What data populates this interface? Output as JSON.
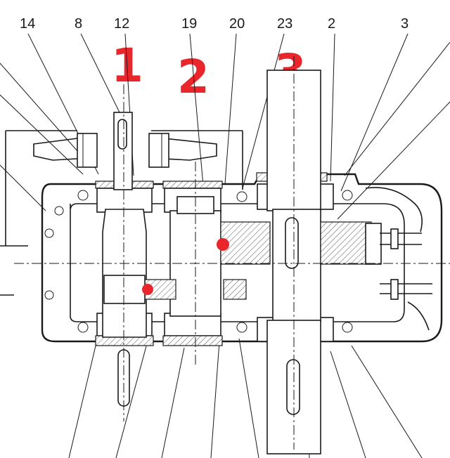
{
  "part_labels": [
    "14",
    "8",
    "12",
    "19",
    "20",
    "23",
    "2",
    "3"
  ],
  "shaft_labels": [
    "1",
    "2",
    "3"
  ],
  "colors": {
    "line": "#1a1a1a",
    "marker": "#e8262b",
    "background": "#ffffff"
  }
}
